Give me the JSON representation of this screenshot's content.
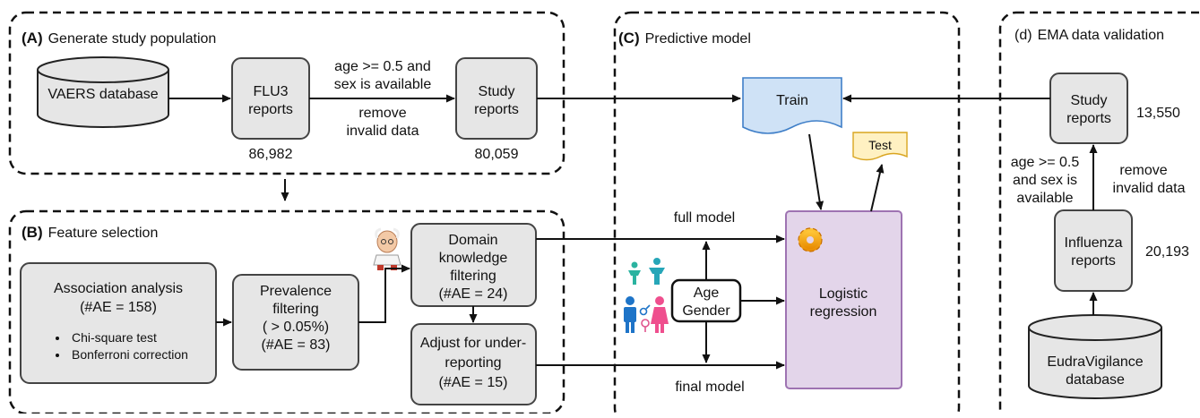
{
  "panels": {
    "a": {
      "letter": "(A)",
      "title": "Generate study population"
    },
    "b": {
      "letter": "(B)",
      "title": "Feature selection"
    },
    "c": {
      "letter": "(C)",
      "title": "Predictive model"
    },
    "d": {
      "letter": "(d)",
      "title": "EMA data validation"
    }
  },
  "a": {
    "vaers": "VAERS database",
    "flu3": [
      "FLU3",
      "reports"
    ],
    "flu3_count": "86,982",
    "filter": [
      "age >= 0.5 and",
      "sex is available"
    ],
    "remove": [
      "remove",
      "invalid data"
    ],
    "study": [
      "Study",
      "reports"
    ],
    "study_count": "80,059"
  },
  "b": {
    "assoc": [
      "Association analysis",
      "(#AE = 158)"
    ],
    "bullets": [
      "Chi-square test",
      "Bonferroni correction"
    ],
    "prevalence": [
      "Prevalence",
      "filtering",
      "( > 0.05%)",
      "(#AE = 83)"
    ],
    "domain": [
      "Domain",
      "knowledge",
      "filtering",
      "(#AE = 24)"
    ],
    "adjust": [
      "Adjust for under-",
      "reporting",
      "(#AE = 15)"
    ]
  },
  "c": {
    "train": "Train",
    "test": "Test",
    "full_model": "full model",
    "final_model": "final model",
    "age_gender": [
      "Age",
      "Gender"
    ],
    "logistic": [
      "Logistic",
      "regression"
    ]
  },
  "d": {
    "study": [
      "Study",
      "reports"
    ],
    "study_count": "13,550",
    "filter": [
      "age >= 0.5",
      "and sex is",
      "available"
    ],
    "remove": [
      "remove",
      "invalid data"
    ],
    "influenza": [
      "Influenza",
      "reports"
    ],
    "influenza_count": "20,193",
    "eudra": [
      "EudraVigilance",
      "database"
    ]
  }
}
